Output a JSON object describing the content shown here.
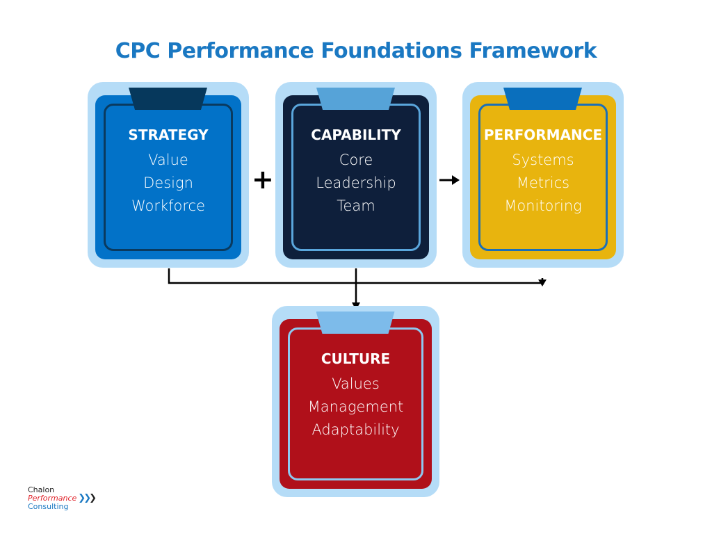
{
  "title": "CPC Performance Foundations Framework",
  "cards": [
    {
      "heading": "STRATEGY",
      "items": [
        "Value",
        "Design",
        "Workforce"
      ],
      "color": "#0272c8"
    },
    {
      "heading": "CAPABILITY",
      "items": [
        "Core",
        "Leadership",
        "Team"
      ],
      "color": "#0e1f3b"
    },
    {
      "heading": "PERFORMANCE",
      "items": [
        "Systems",
        "Metrics",
        "Monitoring"
      ],
      "color": "#e8b40e"
    },
    {
      "heading": "CULTURE",
      "items": [
        "Values",
        "Management",
        "Adaptability"
      ],
      "color": "#b0101a"
    }
  ],
  "operators": {
    "plus": "+"
  },
  "logo": {
    "line1": "Chalon",
    "line2": "Performance",
    "line3": "Consulting"
  }
}
